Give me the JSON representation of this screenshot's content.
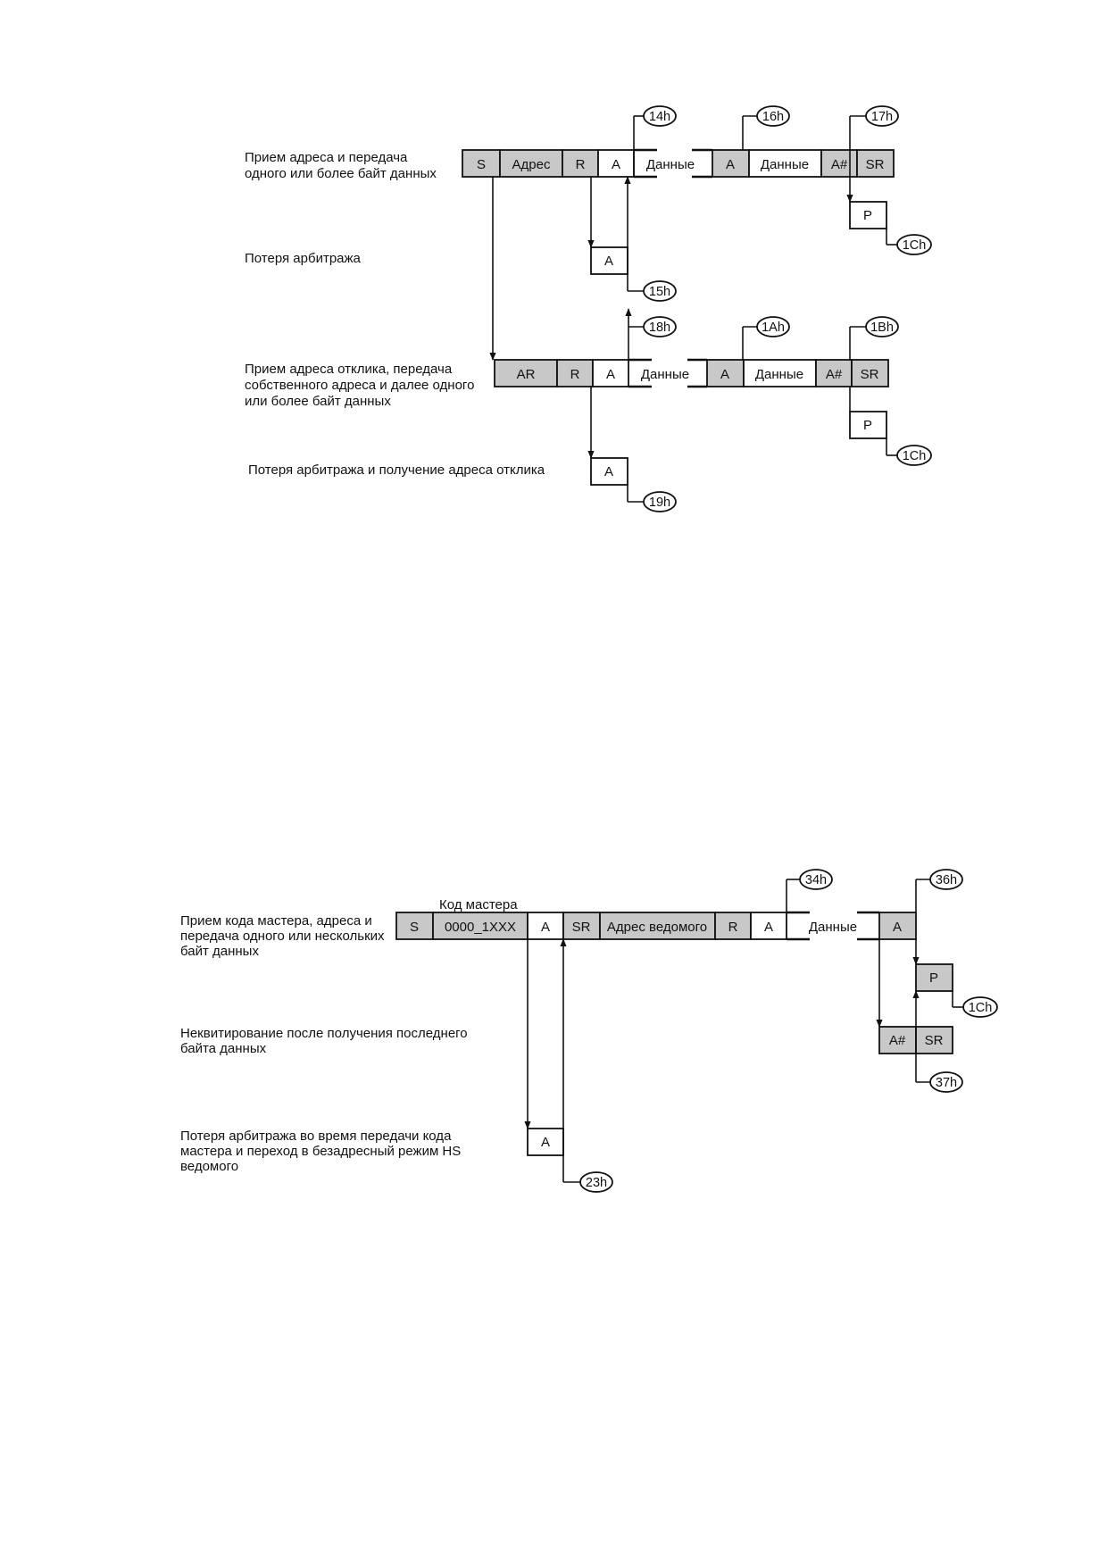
{
  "colors": {
    "shaded": "#c8c8c8",
    "line": "#111111",
    "background": "#ffffff"
  },
  "diagram1": {
    "rows": {
      "receive": [
        "Прием адреса и передача",
        "одного или более байт данных"
      ],
      "arb_loss": "Потеря арбитража",
      "reply": [
        "Прием адреса отклика, передача",
        "собственного адреса и далее одного",
        "или более байт данных"
      ],
      "arb_loss_reply": "Потеря арбитража и получение адреса отклика"
    },
    "cells": {
      "s": "S",
      "addr": "Адрес",
      "r": "R",
      "a": "A",
      "data": "Данные",
      "a_nack": "A#",
      "sr": "SR",
      "p": "P",
      "ar": "AR"
    },
    "codes": {
      "c14": "14h",
      "c15": "15h",
      "c16": "16h",
      "c17": "17h",
      "c18": "18h",
      "c19": "19h",
      "c1a": "1Ah",
      "c1b": "1Bh",
      "c1c": "1Ch"
    }
  },
  "diagram2": {
    "rows": {
      "receive": [
        "Прием кода мастера, адреса и",
        "передача одного или нескольких",
        "байт данных"
      ],
      "nack": [
        "Неквитирование после получения последнего",
        "байта данных"
      ],
      "arb_loss": [
        "Потеря арбитража во время передачи кода",
        "мастера и переход в безадресный режим HS",
        "ведомого"
      ]
    },
    "header": "Код мастера",
    "cells": {
      "s": "S",
      "master_code": "0000_1XXX",
      "a": "A",
      "sr": "SR",
      "slave_addr": "Адрес ведомого",
      "r": "R",
      "data": "Данные",
      "p": "P",
      "a_nack": "A#"
    },
    "codes": {
      "c23": "23h",
      "c34": "34h",
      "c36": "36h",
      "c37": "37h",
      "c1c": "1Ch"
    }
  }
}
